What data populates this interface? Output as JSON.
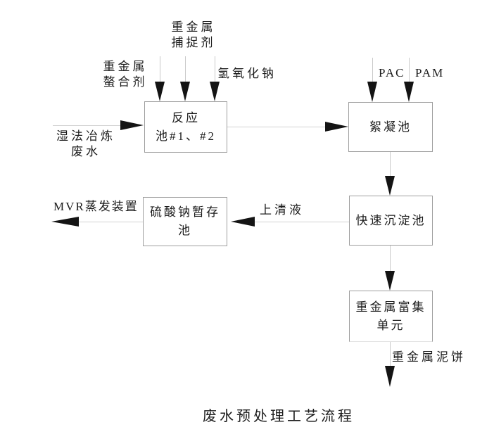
{
  "figure": {
    "caption": "废水预处理工艺流程",
    "colors": {
      "background": "#ffffff",
      "box_border": "#9e9e9e",
      "connector_line": "#d0d0d0",
      "arrowhead": "#141414",
      "text": "#1c1c1c"
    },
    "nodes": {
      "reaction": {
        "line1": "反应",
        "line2": "池#1、#2"
      },
      "flocculation": {
        "label": "絮凝池"
      },
      "rapid_sedimentation": {
        "label": "快速沉淀池"
      },
      "sodium_sulfate_storage": {
        "line1": "硫酸钠暂存",
        "line2": "池"
      },
      "heavy_metal_enrichment": {
        "line1": "重金属富集",
        "line2": "单元"
      }
    },
    "stream_labels": {
      "heavy_metal_chelant": {
        "line1": "重金属",
        "line2": "螯合剂"
      },
      "heavy_metal_capture": {
        "line1": "重金属",
        "line2": "捕捉剂"
      },
      "sodium_hydroxide": "氢氧化钠",
      "pac": "PAC",
      "pam": "PAM",
      "influent": {
        "line1": "湿法冶炼",
        "line2": "废水"
      },
      "mvr_evaporator": "MVR蒸发装置",
      "supernatant": "上清液",
      "heavy_metal_cake": "重金属泥饼"
    }
  }
}
